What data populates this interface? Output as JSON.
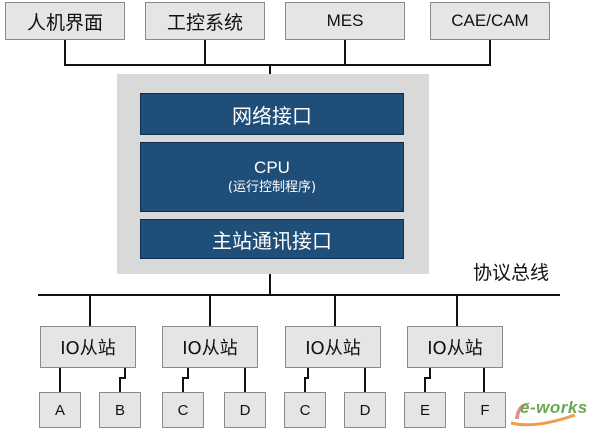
{
  "top_systems": [
    "人机界面",
    "工控系统",
    "MES",
    "CAE/CAM"
  ],
  "controller": {
    "network_interface": "网络接口",
    "cpu_title": "CPU",
    "cpu_subtitle": "(运行控制程序)",
    "master_interface": "主站通讯接口"
  },
  "bus_label": "协议总线",
  "slaves": [
    {
      "label": "IO从站",
      "devices": [
        "A",
        "B"
      ]
    },
    {
      "label": "IO从站",
      "devices": [
        "C",
        "D"
      ]
    },
    {
      "label": "IO从站",
      "devices": [
        "C",
        "D"
      ]
    },
    {
      "label": "IO从站",
      "devices": [
        "E",
        "F"
      ]
    }
  ],
  "watermark": "e-works",
  "colors": {
    "interface_blue": "#1f4e79",
    "box_gray": "#e5e5e5",
    "frame_gray": "#d9d9d9",
    "watermark_green": "#6aa84f"
  }
}
